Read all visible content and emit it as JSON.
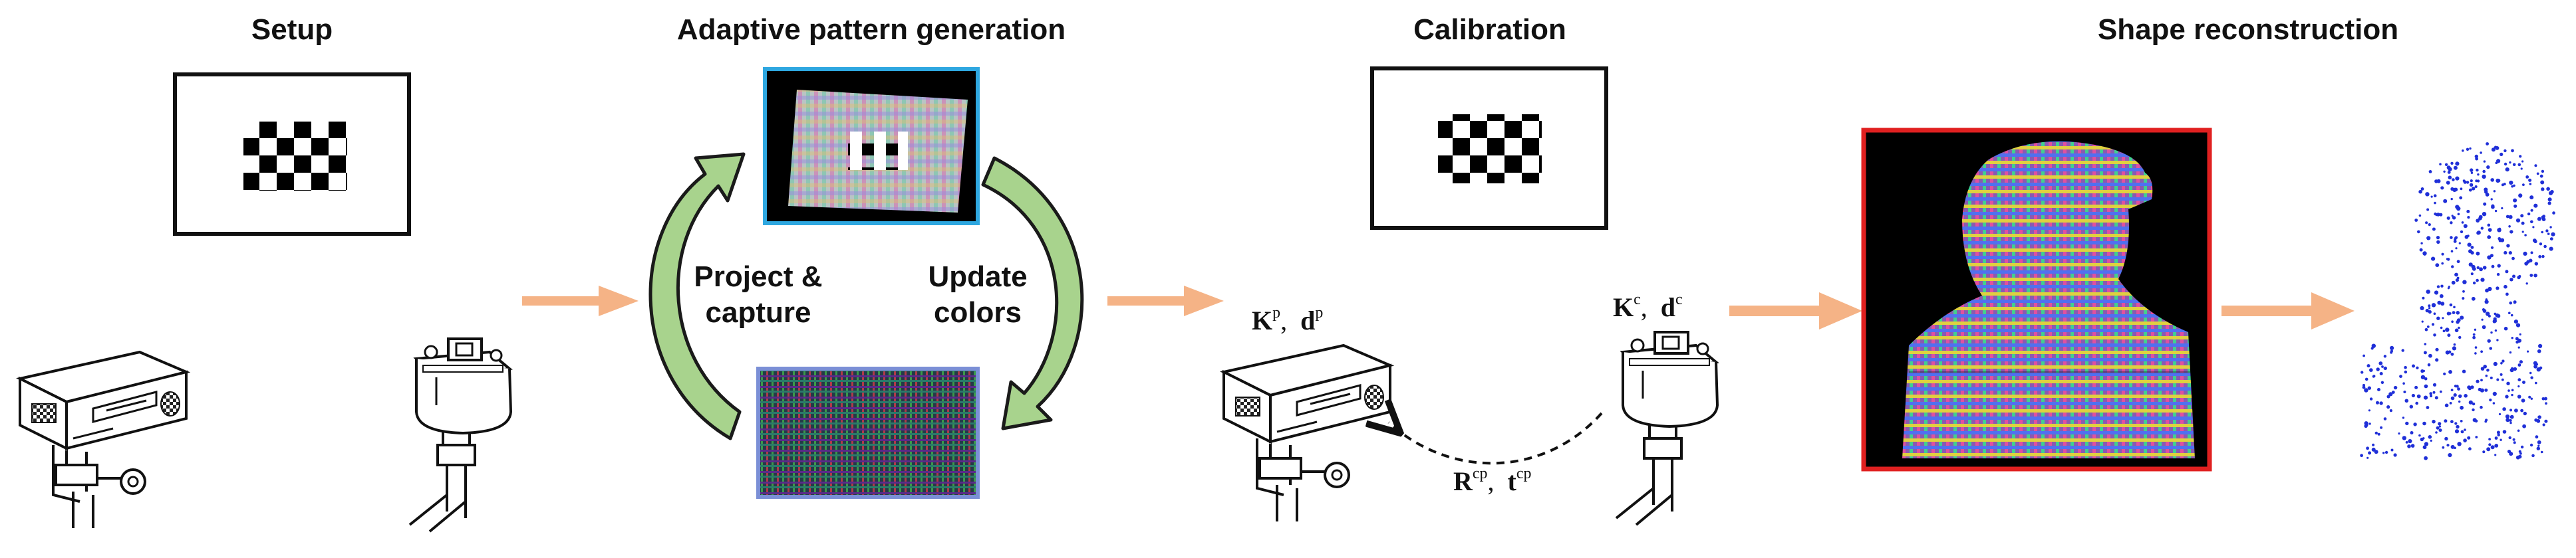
{
  "stages": {
    "setup": "Setup",
    "adaptive": "Adaptive pattern generation",
    "calibration": "Calibration",
    "reconstruction": "Shape reconstruction"
  },
  "cycle": {
    "project_line1": "Project &",
    "project_line2": "capture",
    "update_line1": "Update",
    "update_line2": "colors"
  },
  "params": {
    "projector": {
      "K": "K",
      "K_sup": "p",
      "sep": ",",
      "d": "d",
      "d_sup": "p"
    },
    "camera": {
      "K": "K",
      "K_sup": "c",
      "sep": ",",
      "d": "d",
      "d_sup": "c"
    },
    "extrinsic": {
      "R": "R",
      "R_sup": "cp",
      "sep": ",",
      "t": "t",
      "t_sup": "cp"
    }
  },
  "colors": {
    "flow_arrow": "#f5b386",
    "cycle_arrow": "#a8d38d",
    "cycle_arrow_edge": "#1a1a1a",
    "captured_frame": "#2ea7e0",
    "pattern_frame": "#7b8fd6",
    "recon_frame": "#e02020",
    "point_cloud": "#1f2fd8"
  },
  "icons": [
    "checkerboard-icon",
    "projector-icon",
    "camera-icon",
    "bust-photo",
    "point-cloud"
  ]
}
